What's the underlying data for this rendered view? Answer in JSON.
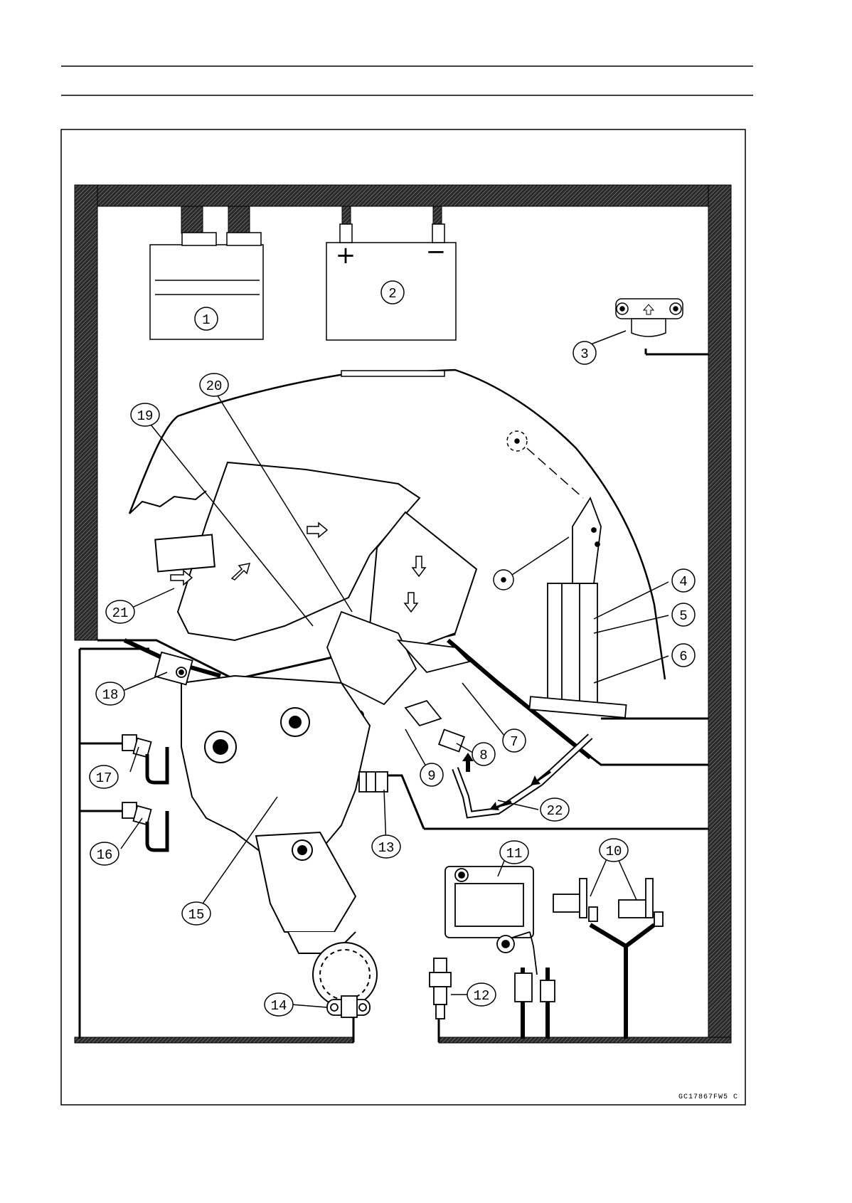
{
  "figure": {
    "code": "GC17867FW5 C",
    "battery": {
      "positive_symbol": "+",
      "negative_symbol": "−"
    },
    "callouts": [
      {
        "id": "c1",
        "label": "1"
      },
      {
        "id": "c2",
        "label": "2"
      },
      {
        "id": "c3",
        "label": "3"
      },
      {
        "id": "c4",
        "label": "4"
      },
      {
        "id": "c5",
        "label": "5"
      },
      {
        "id": "c6",
        "label": "6"
      },
      {
        "id": "c7",
        "label": "7"
      },
      {
        "id": "c8",
        "label": "8"
      },
      {
        "id": "c9",
        "label": "9"
      },
      {
        "id": "c10",
        "label": "10"
      },
      {
        "id": "c11",
        "label": "11"
      },
      {
        "id": "c12",
        "label": "12"
      },
      {
        "id": "c13",
        "label": "13"
      },
      {
        "id": "c14",
        "label": "14"
      },
      {
        "id": "c15",
        "label": "15"
      },
      {
        "id": "c16",
        "label": "16"
      },
      {
        "id": "c17",
        "label": "17"
      },
      {
        "id": "c18",
        "label": "18"
      },
      {
        "id": "c19",
        "label": "19"
      },
      {
        "id": "c20",
        "label": "20"
      },
      {
        "id": "c21",
        "label": "21"
      },
      {
        "id": "c22",
        "label": "22"
      }
    ]
  }
}
